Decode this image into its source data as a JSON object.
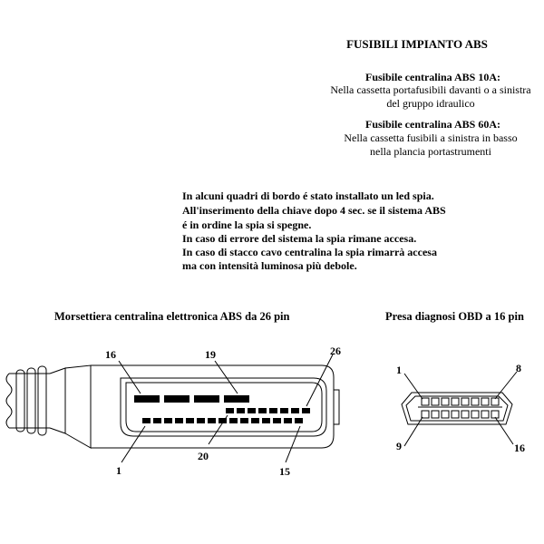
{
  "title": "FUSIBILI IMPIANTO ABS",
  "fuses": [
    {
      "heading": "Fusibile centralina ABS 10A:",
      "lines": [
        "Nella cassetta portafusibili davanti o a sinistra",
        "del gruppo idraulico"
      ]
    },
    {
      "heading": "Fusibile centralina ABS 60A:",
      "lines": [
        "Nella cassetta fusibili a sinistra in basso",
        "nella plancia portastrumenti"
      ]
    }
  ],
  "note": [
    "In alcuni quadri di bordo é stato installato un led spia.",
    "All'inserimento della chiave dopo 4 sec. se il sistema ABS",
    "é in ordine la spia si spegne.",
    "In caso di errore del sistema la spia rimane accesa.",
    "In caso di stacco cavo centralina la spia rimarrà accesa",
    "ma con intensità luminosa più debole."
  ],
  "abs_connector": {
    "caption": "Morsettiera centralina elettronica ABS da 26 pin",
    "pin_labels": {
      "p16": "16",
      "p19": "19",
      "p26": "26",
      "p1": "1",
      "p20": "20",
      "p15": "15"
    }
  },
  "obd_connector": {
    "caption": "Presa diagnosi OBD a 16 pin",
    "pin_labels": {
      "p1": "1",
      "p8": "8",
      "p9": "9",
      "p16": "16"
    }
  }
}
